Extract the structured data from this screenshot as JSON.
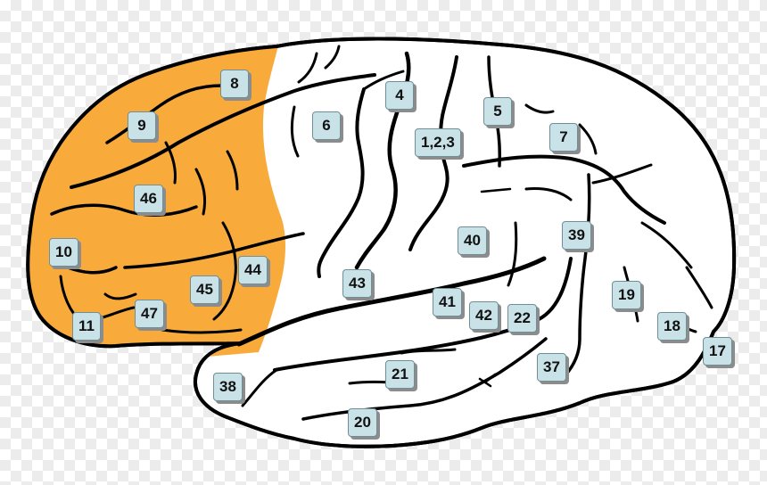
{
  "diagram": {
    "highlight_color": "#f8ab3b",
    "brain_color": "#ffffff",
    "outline_color": "#000000",
    "label_bg": "#c8e2e8",
    "areas": [
      "8",
      "9",
      "4",
      "6",
      "5",
      "1,2,3",
      "7",
      "46",
      "40",
      "39",
      "10",
      "44",
      "43",
      "45",
      "41",
      "42",
      "22",
      "19",
      "47",
      "11",
      "18",
      "17",
      "38",
      "21",
      "37",
      "20"
    ]
  }
}
